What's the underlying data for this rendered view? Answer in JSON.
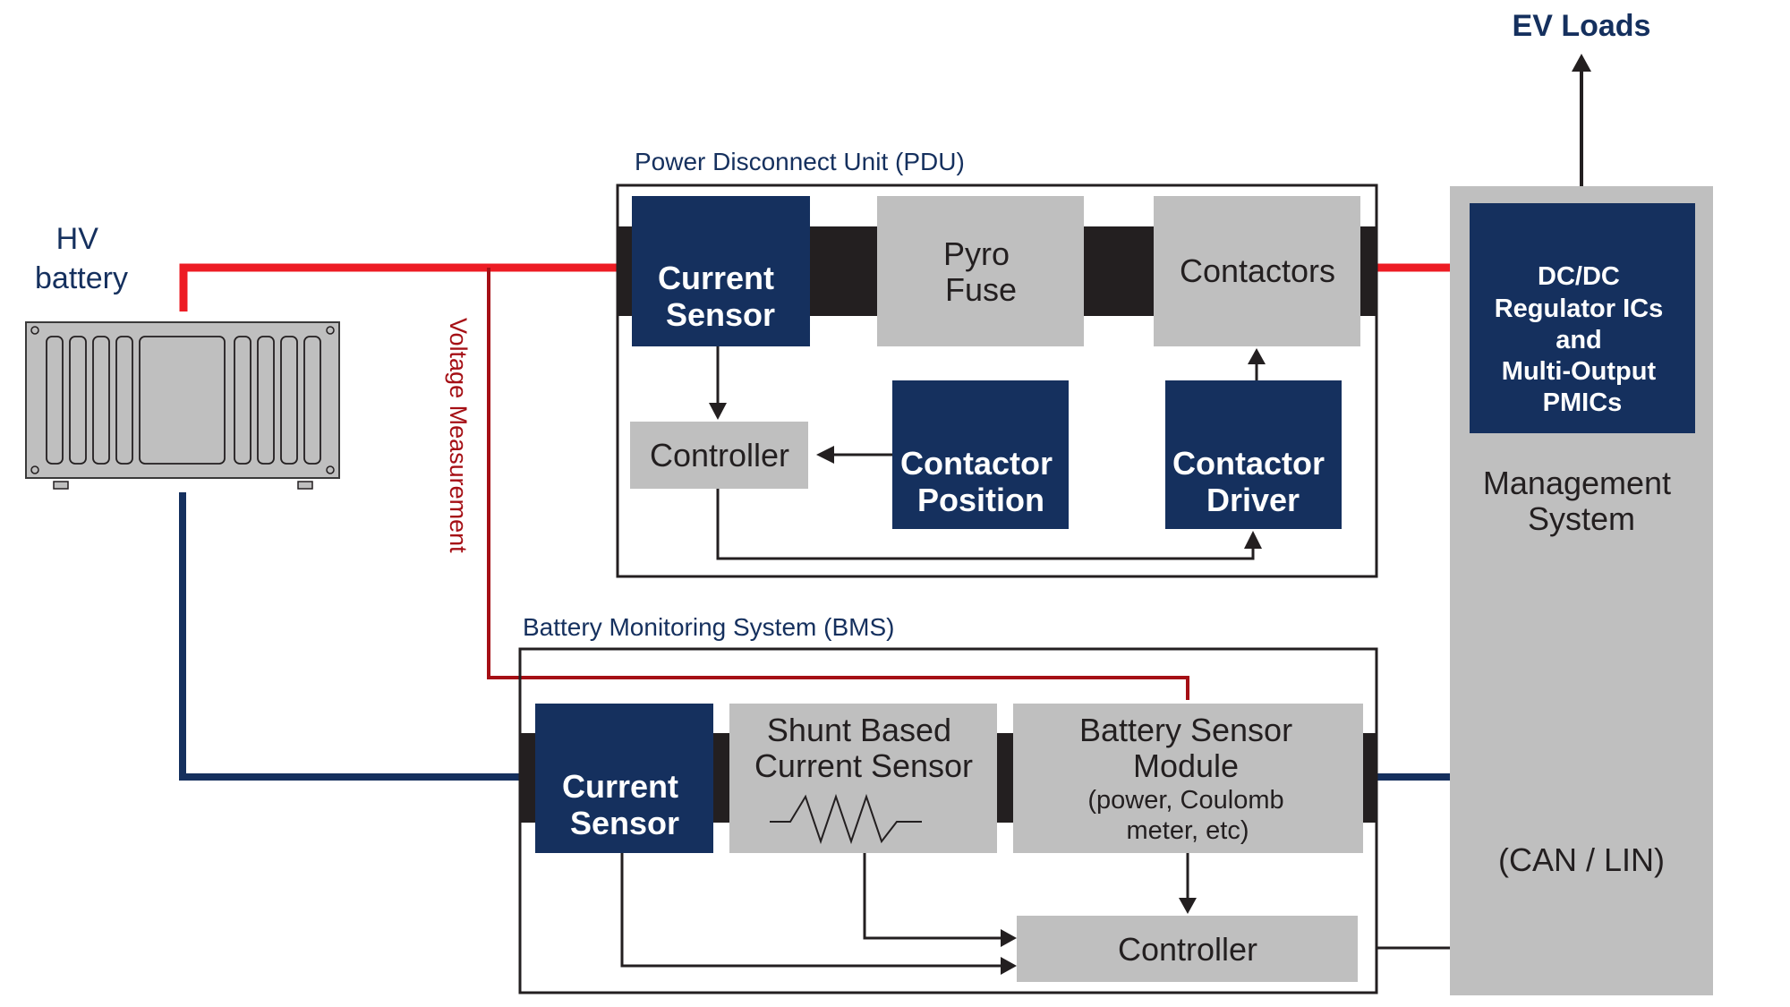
{
  "colors": {
    "navy": "#15305e",
    "gray": "#bfbfbf",
    "bus": "#231f20",
    "hv_positive": "#ed1c24",
    "voltage_measurement": "#a50f15",
    "hv_negative": "#15305e"
  },
  "ev_loads": {
    "label": "EV Loads"
  },
  "hv_battery": {
    "label_line1": "HV",
    "label_line2": "battery",
    "icon": "battery-pack-icon"
  },
  "voltage_measurement": {
    "label": "Voltage Measurement"
  },
  "pdu": {
    "title": "Power Disconnect Unit (PDU)",
    "current_sensor": {
      "line1": "Current",
      "line2": "Sensor"
    },
    "pyro_fuse": {
      "line1": "Pyro",
      "line2": "Fuse"
    },
    "contactors": {
      "label": "Contactors"
    },
    "controller": {
      "label": "Controller"
    },
    "contactor_position": {
      "line1": "Contactor",
      "line2": "Position"
    },
    "contactor_driver": {
      "line1": "Contactor",
      "line2": "Driver"
    }
  },
  "bms": {
    "title": "Battery Monitoring System (BMS)",
    "current_sensor": {
      "line1": "Current",
      "line2": "Sensor"
    },
    "shunt_sensor": {
      "line1": "Shunt Based",
      "line2": "Current Sensor",
      "icon": "resistor-icon"
    },
    "battery_sensor_module": {
      "line1": "Battery Sensor",
      "line2": "Module",
      "line3": "(power, Coulomb",
      "line4": "meter, etc)"
    },
    "controller": {
      "label": "Controller"
    }
  },
  "management": {
    "dcdc": {
      "line1": "DC/DC",
      "line2": "Regulator ICs",
      "line3": "and",
      "line4": "Multi-Output",
      "line5": "PMICs"
    },
    "label_line1": "Management",
    "label_line2": "System",
    "bus_label": "(CAN / LIN)"
  }
}
